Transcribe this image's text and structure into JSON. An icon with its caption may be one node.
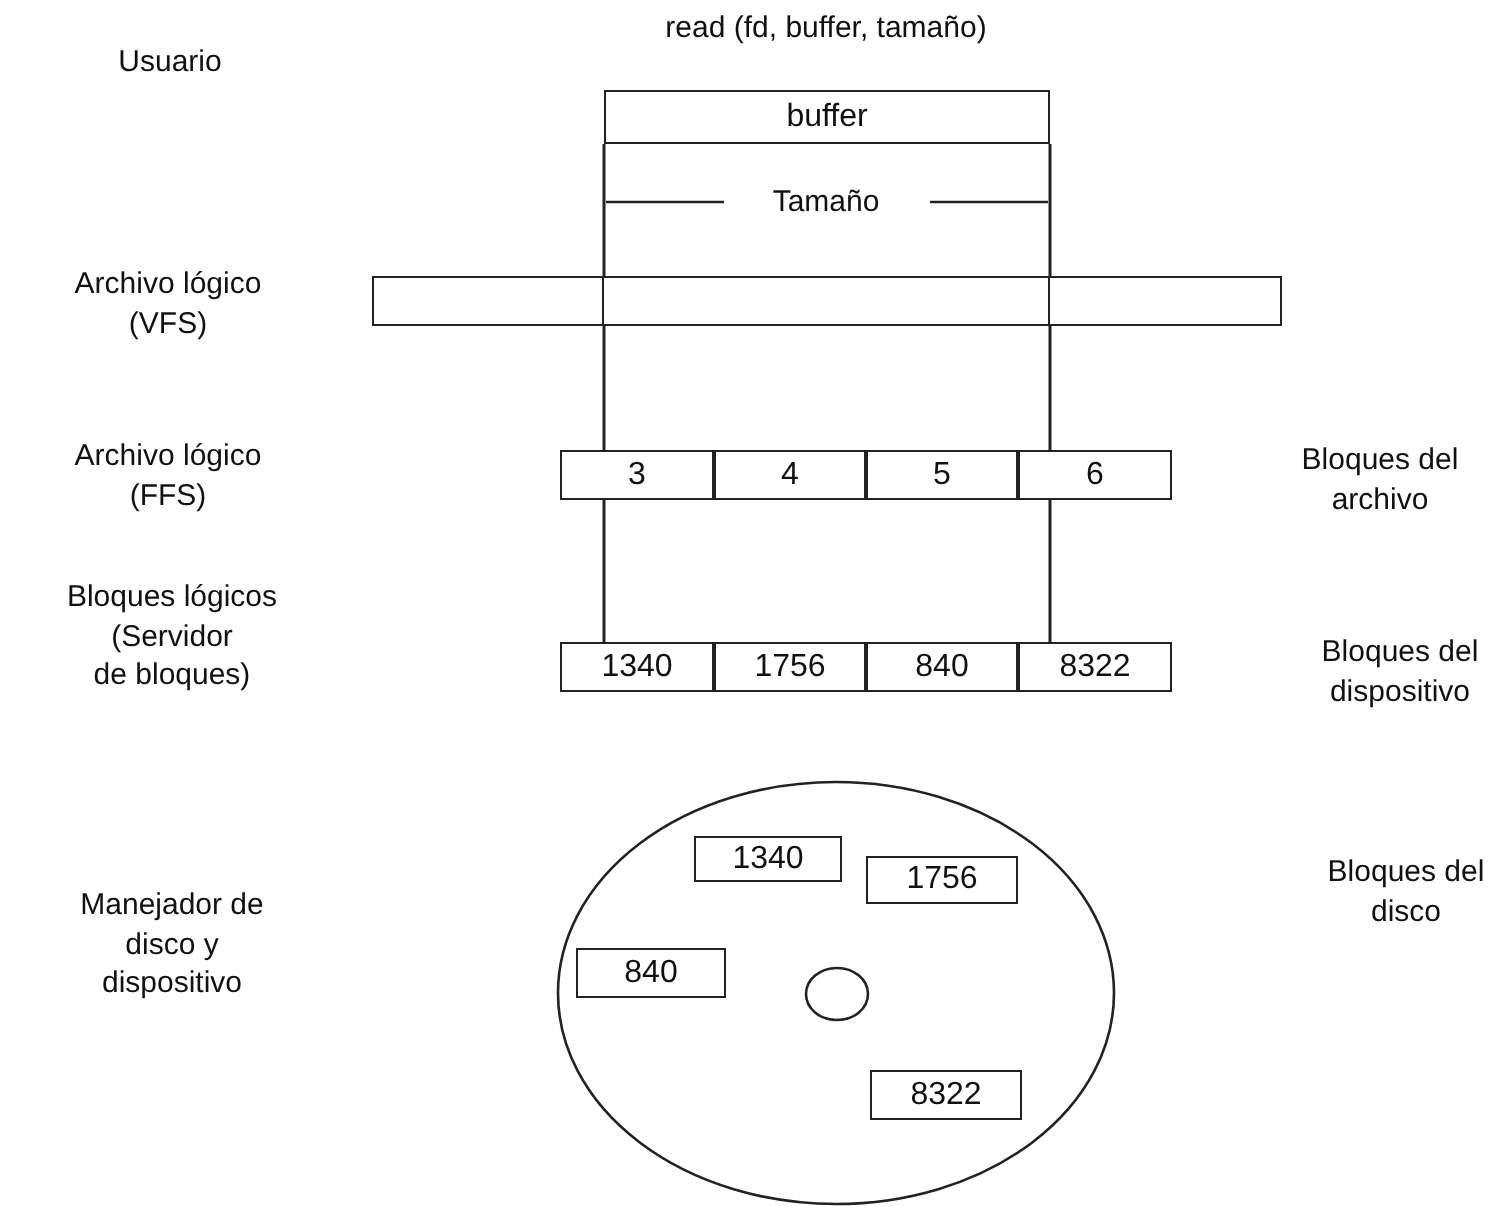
{
  "diagram": {
    "title": "read (fd, buffer, tamaño)",
    "nodes": [
      {
        "text": [
          "buffer"
        ]
      },
      {
        "text": [],
        "shape": "bar"
      },
      {
        "text": [
          "3"
        ]
      },
      {
        "text": [
          "4"
        ]
      },
      {
        "text": [
          "5"
        ]
      },
      {
        "text": [
          "6"
        ]
      },
      {
        "text": [
          "1340"
        ]
      },
      {
        "text": [
          "1756"
        ]
      },
      {
        "text": [
          "840"
        ]
      },
      {
        "text": [
          "8322"
        ]
      },
      {
        "text": [],
        "shape": "circle"
      },
      {
        "text": [
          "1340"
        ],
        "in": 10
      },
      {
        "text": [
          "1756"
        ],
        "in": 10
      },
      {
        "text": [
          "840"
        ],
        "in": 10
      },
      {
        "text": [],
        "shape": "circle",
        "in": 10
      },
      {
        "text": [
          "8322"
        ],
        "in": 10
      }
    ],
    "edges": [
      {
        "from": 0,
        "to": 1,
        "arrow": "none"
      },
      {
        "from": 0,
        "to": 1,
        "arrow": "none"
      },
      {
        "from": 1,
        "to": 2,
        "arrow": "none"
      },
      {
        "from": 1,
        "to": 5,
        "arrow": "none"
      },
      {
        "from": 2,
        "to": 6,
        "arrow": "none"
      },
      {
        "from": 5,
        "to": 9,
        "arrow": "none"
      }
    ],
    "labels": [
      "Usuario",
      "Tamaño",
      "Archivo lógico (VFS)",
      "Archivo lógico (FFS)",
      "Bloques del archivo",
      "Bloques lógicos (Servidor de bloques)",
      "Bloques del dispositivo",
      "Manejador de disco y dispositivo",
      "Bloques del disco"
    ]
  }
}
